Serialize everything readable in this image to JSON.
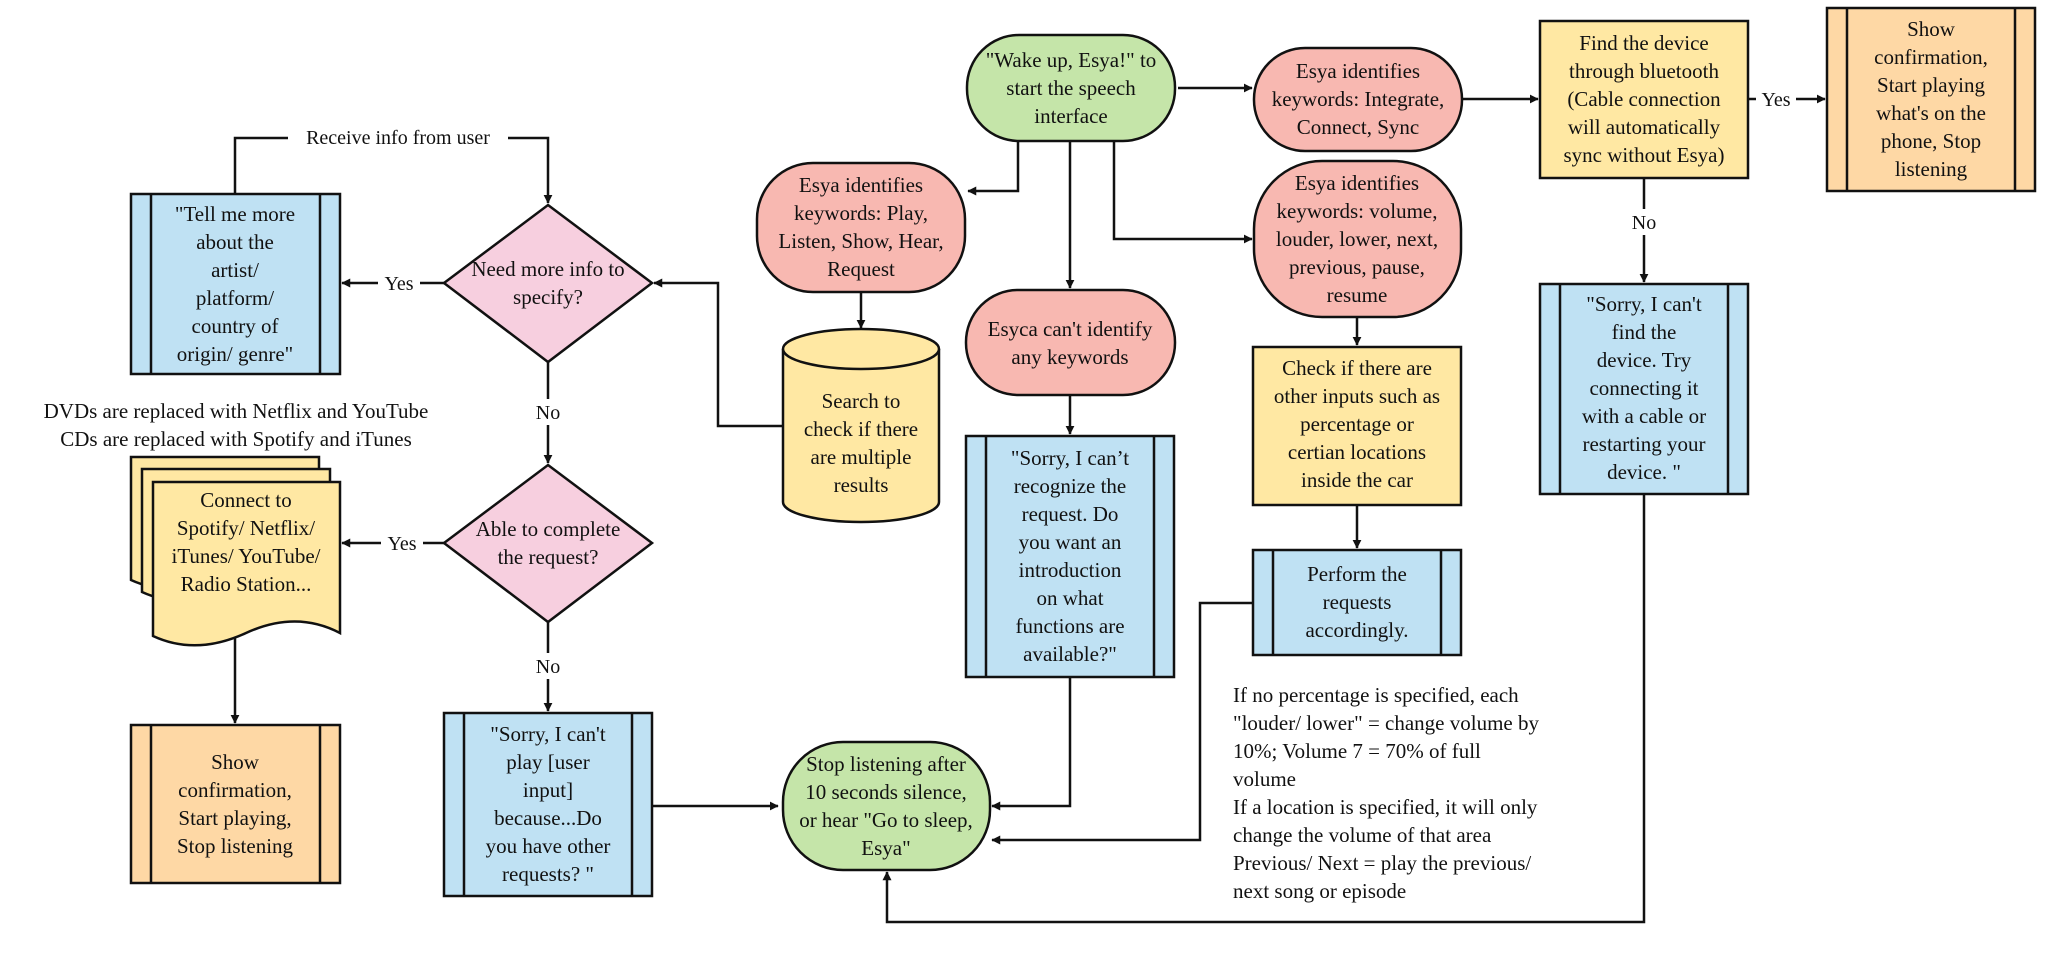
{
  "colors": {
    "green": "#c5e5a9",
    "red": "#f8b8b1",
    "yellow": "#ffe8a3",
    "blue": "#bfe1f3",
    "orange": "#fed8a5",
    "pink": "#f7cfdf",
    "stroke": "#111111"
  },
  "nodes": {
    "wake": {
      "lines": [
        "\"Wake up, Esya!\" to",
        "start the speech",
        "interface"
      ]
    },
    "kw_play": {
      "lines": [
        "Esya identifies",
        "keywords: Play,",
        "Listen, Show, Hear,",
        "Request"
      ]
    },
    "kw_none": {
      "lines": [
        "Esyca can't identify",
        "any keywords"
      ]
    },
    "kw_integrate": {
      "lines": [
        "Esya identifies",
        "keywords: Integrate,",
        "Connect, Sync"
      ]
    },
    "kw_volume": {
      "lines": [
        "Esya identifies",
        "keywords: volume,",
        "louder, lower, next,",
        "previous, pause,",
        "resume"
      ]
    },
    "find_device": {
      "lines": [
        "Find the device",
        "through bluetooth",
        "(Cable connection",
        "will automatically",
        "sync without Esya)"
      ]
    },
    "show_confirm_phone": {
      "lines": [
        "Show",
        "confirmation,",
        "Start playing",
        "what's on the",
        "phone, Stop",
        "listening"
      ]
    },
    "sorry_device": {
      "lines": [
        "\"Sorry, I can't",
        "find the",
        "device. Try",
        "connecting it",
        "with a cable or",
        "restarting your",
        "device. \""
      ]
    },
    "search_db": {
      "lines": [
        "Search to",
        "check if there",
        "are multiple",
        "results"
      ]
    },
    "need_info": {
      "lines": [
        "Need more info to",
        "specify?"
      ]
    },
    "tell_more": {
      "lines": [
        "\"Tell me more",
        "about the",
        "artist/",
        "platform/",
        "country of",
        "origin/ genre\""
      ]
    },
    "able_complete": {
      "lines": [
        "Able to complete",
        "the request?"
      ]
    },
    "connect_services": {
      "lines": [
        "Connect to",
        "Spotify/ Netflix/",
        "iTunes/ YouTube/",
        "Radio Station..."
      ]
    },
    "show_confirm_play": {
      "lines": [
        "Show",
        "confirmation,",
        "Start playing,",
        "Stop listening"
      ]
    },
    "sorry_play": {
      "lines": [
        "\"Sorry, I can't",
        "play [user",
        "input]",
        "because...Do",
        "you have other",
        "requests? \""
      ]
    },
    "sorry_recognize": {
      "lines": [
        "\"Sorry, I can’t",
        "recognize the",
        "request. Do",
        "you want an",
        "introduction",
        "on what",
        "functions are",
        "available?\""
      ]
    },
    "check_inputs": {
      "lines": [
        "Check if there are",
        "other inputs such as",
        "percentage or",
        "certian locations",
        "inside the car"
      ]
    },
    "perform": {
      "lines": [
        "Perform the",
        "requests",
        "accordingly."
      ]
    },
    "stop": {
      "lines": [
        "Stop listening after",
        "10 seconds silence,",
        "or hear \"Go to sleep,",
        "Esya\""
      ]
    }
  },
  "edge_labels": {
    "receive_info": "Receive info from user",
    "yes_info": "Yes",
    "no_info": "No",
    "yes_complete": "Yes",
    "no_complete": "No",
    "yes_device": "Yes",
    "no_device": "No"
  },
  "notes": {
    "replacements": [
      "DVDs are replaced with Netflix and YouTube",
      "CDs are replaced with Spotify and iTunes"
    ],
    "volume_rules": [
      "If no percentage is specified, each",
      "\"louder/ lower\" = change volume by",
      "10%; Volume 7 = 70% of full",
      "volume",
      "If a location is specified, it will only",
      "change the volume of that area",
      "Previous/ Next = play the previous/",
      "next song or episode"
    ]
  }
}
